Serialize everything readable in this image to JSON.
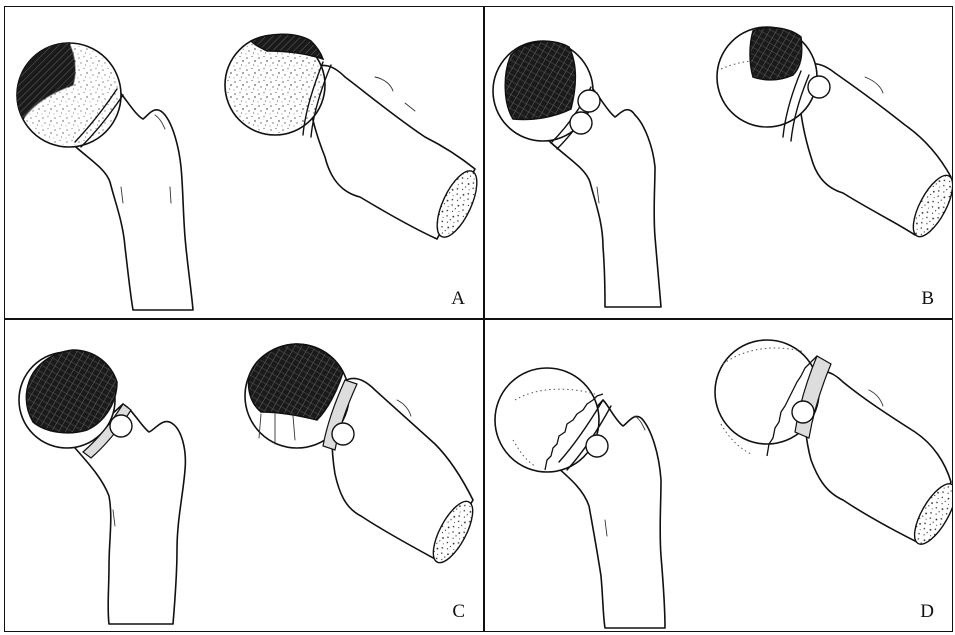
{
  "panels": [
    {
      "id": "A",
      "label": "A"
    },
    {
      "id": "B",
      "label": "B"
    },
    {
      "id": "C",
      "label": "C"
    },
    {
      "id": "D",
      "label": "D"
    }
  ],
  "colors": {
    "ink": "#111111",
    "background": "#ffffff",
    "graft_fill": "#dddddd"
  }
}
